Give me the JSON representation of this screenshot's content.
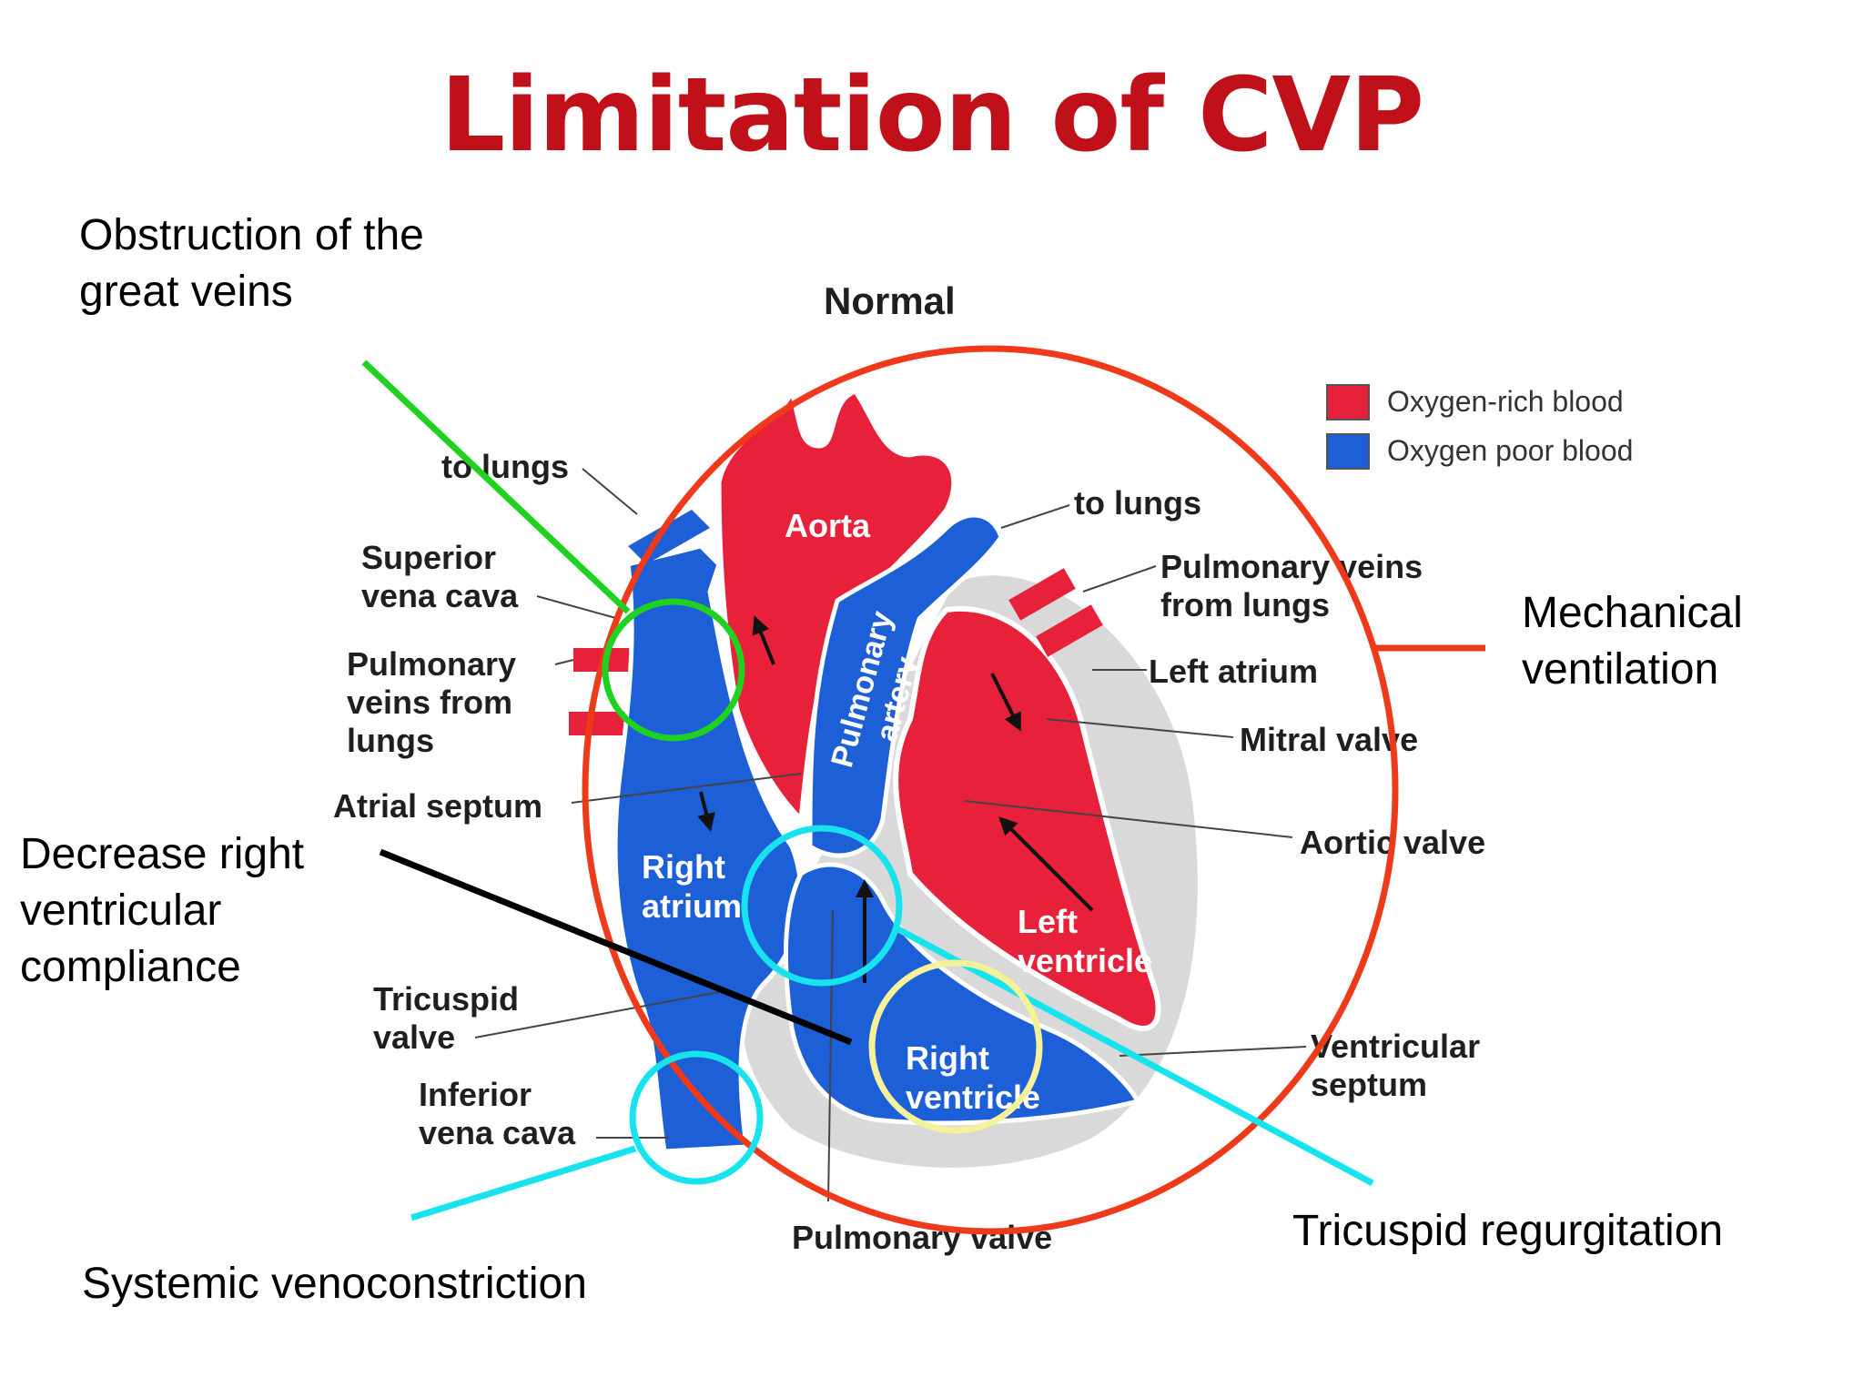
{
  "title": "Limitation of CVP",
  "callouts": {
    "obstruction": [
      "Obstruction of the",
      "great veins"
    ],
    "mechanical": [
      "Mechanical",
      "ventilation"
    ],
    "decrease": [
      "Decrease right",
      "ventricular",
      "compliance"
    ],
    "tricuspid_regurgitation": "Tricuspid regurgitation",
    "systemic": "Systemic venoconstriction"
  },
  "diagram": {
    "heading": "Normal",
    "legend": {
      "oxygen_rich": "Oxygen-rich blood",
      "oxygen_poor": "Oxygen poor blood"
    },
    "labels": {
      "to_lungs_left": "to lungs",
      "superior_vena_cava": [
        "Superior",
        "vena cava"
      ],
      "pulmonary_veins_left": [
        "Pulmonary",
        "veins from",
        "lungs"
      ],
      "atrial_septum": "Atrial septum",
      "tricuspid_valve": [
        "Tricuspid",
        "valve"
      ],
      "inferior_vena_cava": [
        "Inferior",
        "vena cava"
      ],
      "pulmonary_valve": "Pulmonary valve",
      "to_lungs_right": "to lungs",
      "pulmonary_veins_right": [
        "Pulmonary veins",
        "from lungs"
      ],
      "left_atrium": "Left atrium",
      "mitral_valve": "Mitral valve",
      "aortic_valve": "Aortic valve",
      "ventricular_septum": [
        "Ventricular",
        "septum"
      ],
      "aorta": "Aorta",
      "pulmonary_artery": [
        "Pulmonary",
        "artery"
      ],
      "right_atrium": [
        "Right",
        "atrium"
      ],
      "left_ventricle": [
        "Left",
        "ventricle"
      ],
      "right_ventricle": [
        "Right",
        "ventricle"
      ]
    }
  },
  "colors": {
    "title": "#c0111a",
    "oxygen_rich": "#e8213a",
    "oxygen_poor": "#1d5fd6",
    "pericardium": "#d9d9d9",
    "ring_red": "#ee3a1a",
    "ring_green": "#1fd21f",
    "ring_cyan": "#17e3ee",
    "ring_yellow": "#f5f29a",
    "line_black": "#000000"
  }
}
